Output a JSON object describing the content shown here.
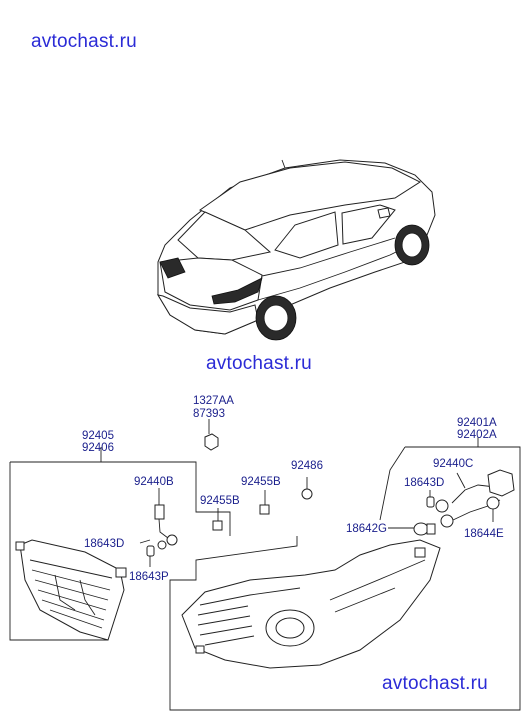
{
  "watermark": {
    "top": "avtochast.ru",
    "middle": "avtochast.ru",
    "bottom": "avtochast.ru",
    "color": "#2b2bd6"
  },
  "colors": {
    "label": "#1a1f8c",
    "line": "#222222"
  },
  "labels": {
    "p1327AA": "1327AA",
    "p87393": "87393",
    "p92405": "92405",
    "p92406": "92406",
    "p92440B": "92440B",
    "p92455B_a": "92455B",
    "p92455B_b": "92455B",
    "p92486": "92486",
    "p92401A": "92401A",
    "p92402A": "92402A",
    "p92440C": "92440C",
    "p18643D_a": "18643D",
    "p18643D_b": "18643D",
    "p18643P": "18643P",
    "p18642G": "18642G",
    "p18644E": "18644E"
  }
}
